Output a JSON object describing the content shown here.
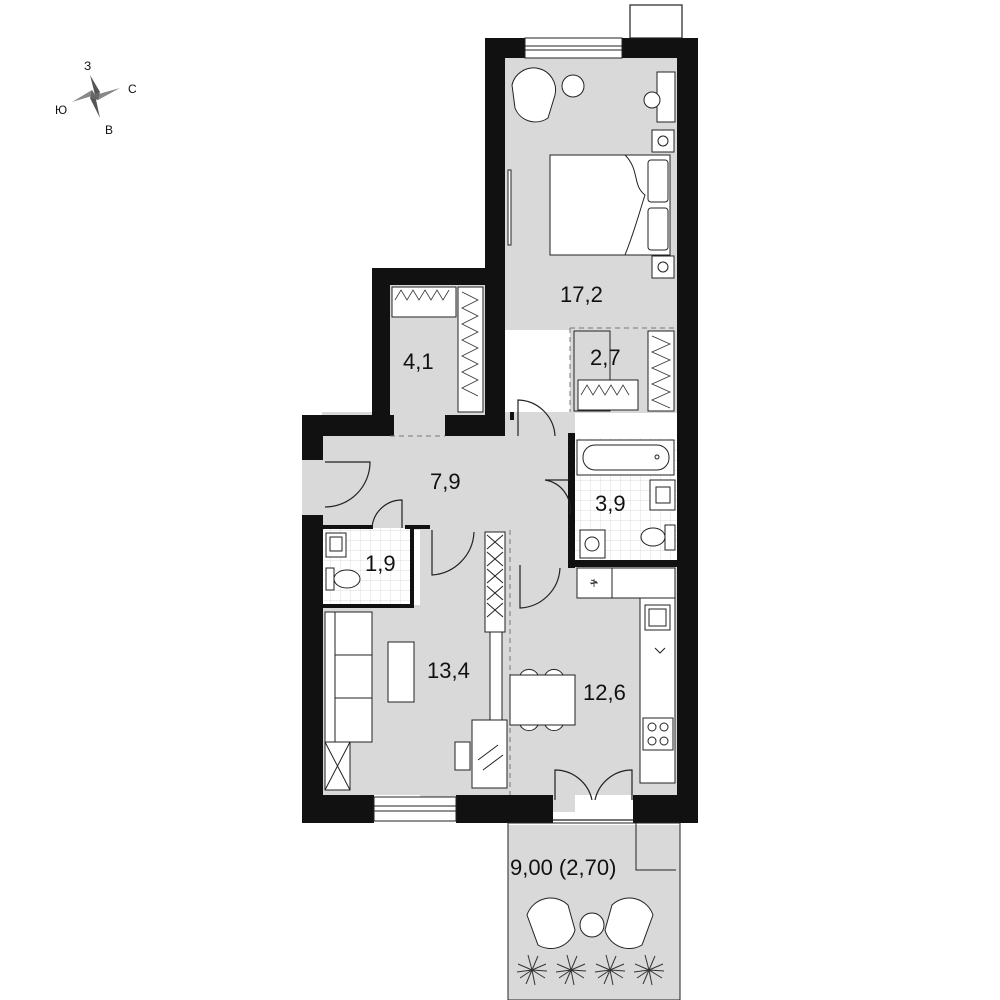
{
  "compass": {
    "north": "З",
    "east": "С",
    "south": "В",
    "west": "Ю"
  },
  "rooms": [
    {
      "id": "bedroom",
      "area": "17,2"
    },
    {
      "id": "wardrobe",
      "area": "4,1"
    },
    {
      "id": "closet",
      "area": "2,7"
    },
    {
      "id": "hall",
      "area": "7,9"
    },
    {
      "id": "bathroom",
      "area": "3,9"
    },
    {
      "id": "wc",
      "area": "1,9"
    },
    {
      "id": "living-room",
      "area": "13,4"
    },
    {
      "id": "kitchen",
      "area": "12,6"
    },
    {
      "id": "balcony",
      "area": "9,00 (2,70)"
    }
  ],
  "colors": {
    "wall": "#111111",
    "floor": "#d9d9d9",
    "tile": "#ffffff",
    "line": "#222222"
  }
}
